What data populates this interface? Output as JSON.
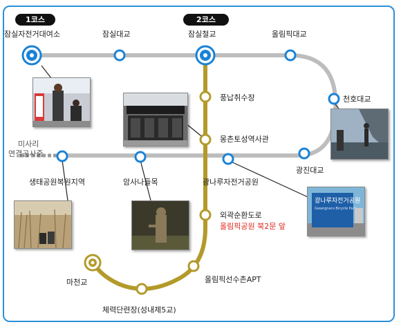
{
  "colors": {
    "route_main": "#bdbdbd",
    "route_course2": "#b39a2a",
    "station_blue": "#1a82d6",
    "station_gold": "#b39a2a",
    "frame": "#2a8fd8",
    "highlight_text": "#e0281f"
  },
  "courses": [
    {
      "id": "course1",
      "label": "1코스"
    },
    {
      "id": "course2",
      "label": "2코스"
    }
  ],
  "stations": {
    "jamsil_bike_rental": "잠실자전거대여소",
    "jamsil_bridge": "잠실대교",
    "jamsil_rail_bridge": "잠실철교",
    "olympic_bridge": "올림픽대교",
    "cheonho_bridge": "천호대교",
    "gwangjin_bridge": "광진대교",
    "pungnap_water": "풍납취수장",
    "mongchon_museum": "몽촌토성역사관",
    "gwangnaru_bike_park": "광나루자전거공원",
    "amsa_fields": "암사나들목",
    "eco_park": "생태공원복원지역",
    "misari_link_line1": "미사리",
    "misari_link_line2": "연결공사중",
    "outer_ring_road": "외곽순환도로",
    "outer_ring_road_note": "올림픽공원 북2문 앞",
    "olympic_village_apt": "올림픽선수촌APT",
    "sports_complex": "체력단련장(성내제5교)",
    "macheon_bridge": "마천교"
  },
  "photo_sign_text": {
    "main": "광나루자전거공원",
    "sub": "Gwangnaru Bicycle Park"
  },
  "icons": [
    "route-node-icon",
    "photo-callout-icon"
  ]
}
